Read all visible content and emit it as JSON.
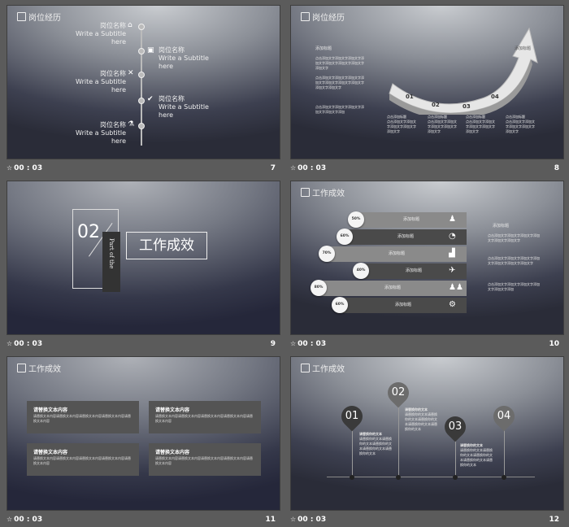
{
  "slides": [
    {
      "title": "岗位经历",
      "time": "00 : 03",
      "num": "7",
      "items": [
        {
          "name": "岗位名称",
          "sub": "Write a Subtitle",
          "sub2": "here"
        },
        {
          "name": "岗位名称",
          "sub": "Write a Subtitle",
          "sub2": "here"
        },
        {
          "name": "岗位名称",
          "sub": "Write a Subtitle",
          "sub2": "here"
        },
        {
          "name": "岗位名称",
          "sub": "Write a Subtitle",
          "sub2": "here"
        },
        {
          "name": "岗位名称",
          "sub": "Write a Subtitle",
          "sub2": "here"
        }
      ]
    },
    {
      "title": "岗位经历",
      "time": "00 : 03",
      "num": "8",
      "heading": "添加标题",
      "paras": [
        "点击添加文字添加文字添加文字添加文字添加文字添加文字添加文字添加文字",
        "点击添加文字添加文字添加文字添加文字添加文字添加文字添加文字添加文字添加文字",
        "点击添加文字添加文字添加文字添加文字添加文字添加"
      ],
      "steps": [
        "01",
        "02",
        "03",
        "04"
      ],
      "arrow_label": "添加标题",
      "cols": [
        {
          "h": "点击添加标题",
          "t": "点击添加文字添加文字添加文字添加文字添加文字"
        },
        {
          "h": "点击添加标题",
          "t": "点击添加文字添加文字添加文字添加文字添加文字"
        },
        {
          "h": "点击添加标题",
          "t": "点击添加文字添加文字添加文字添加文字添加文字"
        },
        {
          "h": "点击添加标题",
          "t": "点击添加文字添加文字添加文字添加文字添加文字"
        }
      ]
    },
    {
      "time": "00 : 03",
      "num": "9",
      "big_num": "02",
      "vertical": "Part of the",
      "section": "工作成效"
    },
    {
      "title": "工作成效",
      "time": "00 : 03",
      "num": "10",
      "rows": [
        {
          "pct": "50%",
          "label": "添加标题"
        },
        {
          "pct": "60%",
          "label": "添加标题"
        },
        {
          "pct": "70%",
          "label": "添加标题"
        },
        {
          "pct": "40%",
          "label": "添加标题"
        },
        {
          "pct": "80%",
          "label": "添加标题"
        },
        {
          "pct": "60%",
          "label": "添加标题"
        }
      ],
      "side_heading": "添加标题",
      "side_paras": [
        "点击添加文字添加文字添加文字添加文字添加文字添加文字",
        "点击添加文字添加文字添加文字添加文字添加文字添加文字添加文字",
        "点击添加文字添加文字添加文字添加文字添加文字添加"
      ]
    },
    {
      "title": "工作成效",
      "time": "00 : 03",
      "num": "11",
      "cards": [
        {
          "h": "请替换文本内容",
          "t": "请替换文本内容请替换文本内容请替换文本内容请替换文本内容请替换文本内容"
        },
        {
          "h": "请替换文本内容",
          "t": "请替换文本内容请替换文本内容请替换文本内容请替换文本内容请替换文本内容"
        },
        {
          "h": "请替换文本内容",
          "t": "请替换文本内容请替换文本内容请替换文本内容请替换文本内容请替换文本内容"
        },
        {
          "h": "请替换文本内容",
          "t": "请替换文本内容请替换文本内容请替换文本内容请替换文本内容请替换文本内容"
        }
      ]
    },
    {
      "title": "工作成效",
      "time": "00 : 03",
      "num": "12",
      "pins": [
        {
          "n": "01",
          "h": "请替换你的文本",
          "t": "请替换你的文本请替换你的文本请替换你的文本请替换你的文本请替换你的文本"
        },
        {
          "n": "02",
          "h": "请替换你的文本",
          "t": "请替换你的文本请替换你的文本请替换你的文本请替换你的文本请替换你的文本"
        },
        {
          "n": "03",
          "h": "请替换你的文本",
          "t": "请替换你的文本请替换你的文本请替换你的文本请替换你的文本请替换你的文本"
        },
        {
          "n": "04",
          "h": "",
          "t": ""
        }
      ]
    }
  ]
}
